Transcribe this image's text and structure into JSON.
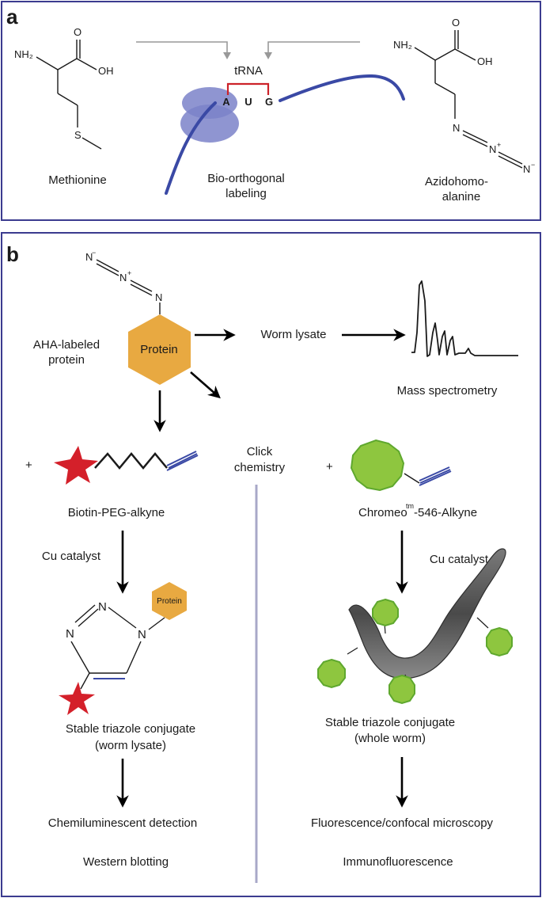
{
  "panels": {
    "a": "a",
    "b": "b"
  },
  "panel_a": {
    "methionine": {
      "name": "Methionine",
      "nh2": "NH₂",
      "o": "O",
      "oh": "OH",
      "s": "S"
    },
    "center": {
      "trna": "tRNA",
      "codon_a": "A",
      "codon_u": "U",
      "codon_g": "G",
      "label_line1": "Bio-orthogonal",
      "label_line2": "labeling"
    },
    "aha": {
      "name_line1": "Azidohomo-",
      "name_line2": "alanine",
      "nh2": "NH₂",
      "o": "O",
      "oh": "OH",
      "n1": "N",
      "n2": "N",
      "n2_charge": "+",
      "n3": "N",
      "n3_charge": "−"
    }
  },
  "panel_b": {
    "azide": {
      "n_top": "N",
      "n_top_charge": "−",
      "n_mid": "N",
      "n_mid_charge": "+",
      "n_bottom": "N"
    },
    "protein": "Protein",
    "aha_label_line1": "AHA-labeled",
    "aha_label_line2": "protein",
    "worm_lysate": "Worm lysate",
    "mass_spec": "Mass spectrometry",
    "click_line1": "Click",
    "click_line2": "chemistry",
    "plus_left": "+",
    "plus_right": "+",
    "biotin": "Biotin-PEG-alkyne",
    "chromeo_pre": "Chromeo",
    "chromeo_sup": "tm",
    "chromeo_post": "-546-Alkyne",
    "cu_left": "Cu catalyst",
    "cu_right": "Cu catalyst",
    "triazole_n1": "N",
    "triazole_n2": "N",
    "triazole_n3": "N",
    "small_protein": "Protein",
    "stable_left_1": "Stable triazole conjugate",
    "stable_left_2": "(worm lysate)",
    "stable_right_1": "Stable triazole conjugate",
    "stable_right_2": "(whole worm)",
    "chemilum": "Chemiluminescent detection",
    "western": "Western blotting",
    "fluor": "Fluorescence/confocal microscopy",
    "immuno": "Immunofluorescence"
  },
  "colors": {
    "border": "#3b3b8f",
    "rna": "#3a49a5",
    "ribosome": "#7b83c9",
    "codon_bracket": "#cc2229",
    "protein": "#e8a941",
    "star": "#d4202a",
    "fluor": "#8ec63f",
    "fluor_edge": "#5fa82e",
    "divider": "#a8a8c8",
    "gray_arrow": "#999999"
  }
}
